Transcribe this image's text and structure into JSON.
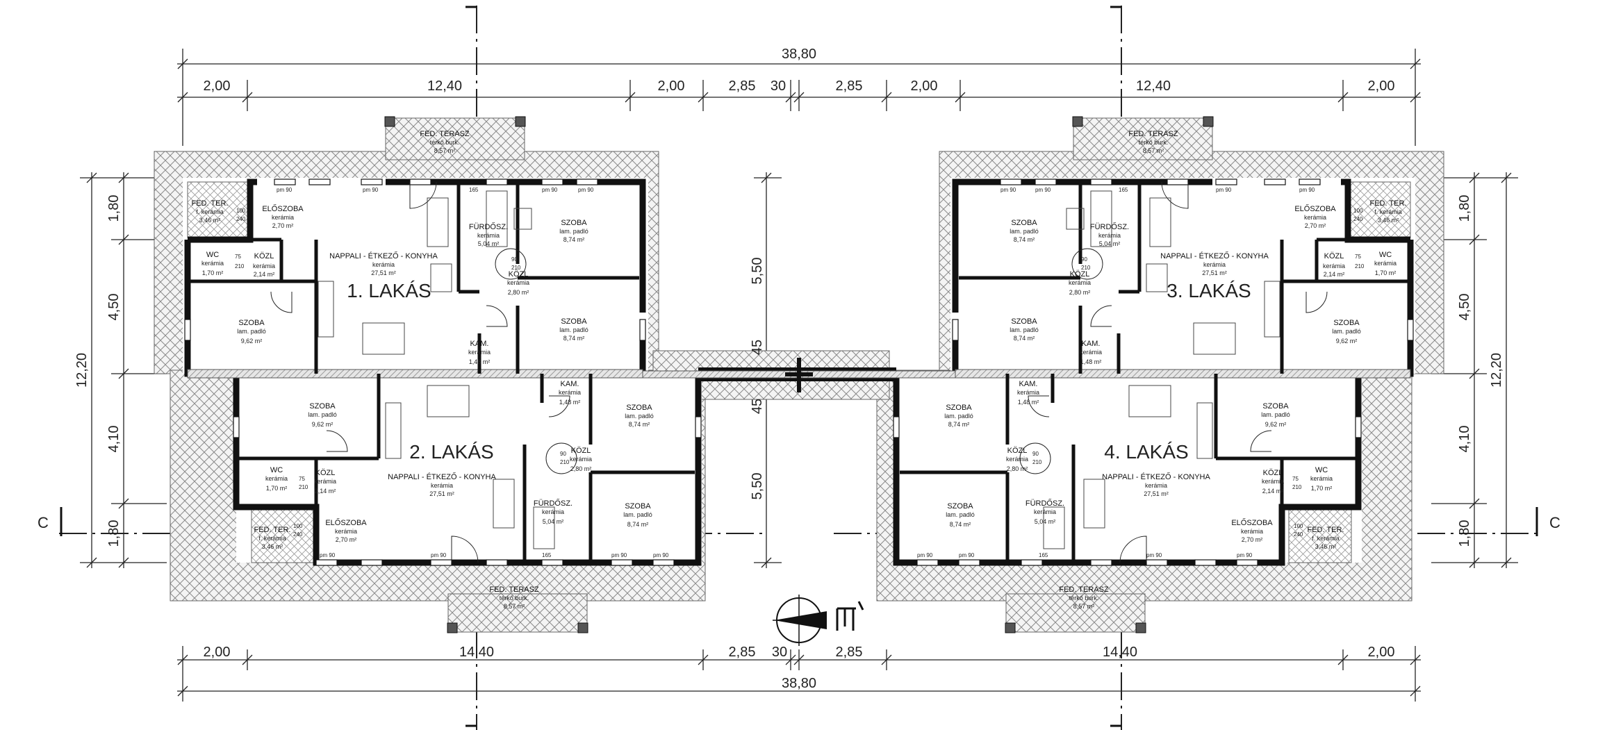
{
  "dimensions": {
    "top_total": "38,80",
    "top_segments": [
      "2,00",
      "12,40",
      "2,00",
      "2,85",
      "30",
      "2,85",
      "2,00",
      "12,40",
      "2,00"
    ],
    "bottom_segments": [
      "2,00",
      "14,40",
      "2,85",
      "30",
      "2,85",
      "14,40",
      "2,00"
    ],
    "bottom_total": "38,80",
    "left_outer": "12,20",
    "left_segments": [
      "1,80",
      "4,50",
      "4,10",
      "1,80"
    ],
    "center_segments": [
      "5,50",
      "45",
      "45",
      "5,50"
    ],
    "right_outer": "12,20",
    "right_segments": [
      "1,80",
      "4,50",
      "4,10",
      "1,80"
    ]
  },
  "section_marks": [
    "C",
    "C"
  ],
  "apartments": [
    {
      "label": "1. LAKÁS"
    },
    {
      "label": "2. LAKÁS"
    },
    {
      "label": "3. LAKÁS"
    },
    {
      "label": "4. LAKÁS"
    }
  ],
  "rooms": {
    "terrace_name": "FED. TERASZ",
    "terrace_mat": "térkő burk.",
    "terrace_area": "8,57 m²",
    "fed_ter_name": "FED. TER.",
    "fed_ter_mat": "f. kerámia",
    "fed_ter_area": "3,46 m²",
    "eloszoba_name": "ELŐSZOBA",
    "eloszoba_mat": "kerámia",
    "eloszoba_area": "2,70 m²",
    "wc_name": "WC",
    "wc_mat": "kerámia",
    "wc_area": "1,70 m²",
    "kozl_small_name": "KÖZL",
    "kozl_small_mat": "kerámia",
    "kozl_small_area": "2,14 m²",
    "nappali_name": "NAPPALI - ÉTKEZŐ - KONYHA",
    "nappali_mat": "kerámia",
    "nappali_area": "27,51 m²",
    "furdo_name": "FÜRDŐSZ.",
    "furdo_mat": "kerámia",
    "furdo_area": "5,04 m²",
    "szoba_small_name": "SZOBA",
    "szoba_small_mat": "lam. padló",
    "szoba_small_area": "8,74 m²",
    "kozl_big_name": "KÖZL",
    "kozl_big_mat": "kerámia",
    "kozl_big_area": "2,80 m²",
    "kam_name": "KAM.",
    "kam_mat": "kerámia",
    "kam_area": "1,48 m²",
    "szoba_big_name": "SZOBA",
    "szoba_big_mat": "lam. padló",
    "szoba_big_area": "9,62 m²"
  },
  "openings": {
    "window": "pm 90",
    "door_w": "90",
    "door_h": "210",
    "wc_door_w": "75",
    "furdo_door": "165",
    "fed_ter_opening": "100",
    "fed_ter_opening_h": "240"
  },
  "colors": {
    "wall": "#111111",
    "hatch": "#777777",
    "line": "#222222"
  }
}
